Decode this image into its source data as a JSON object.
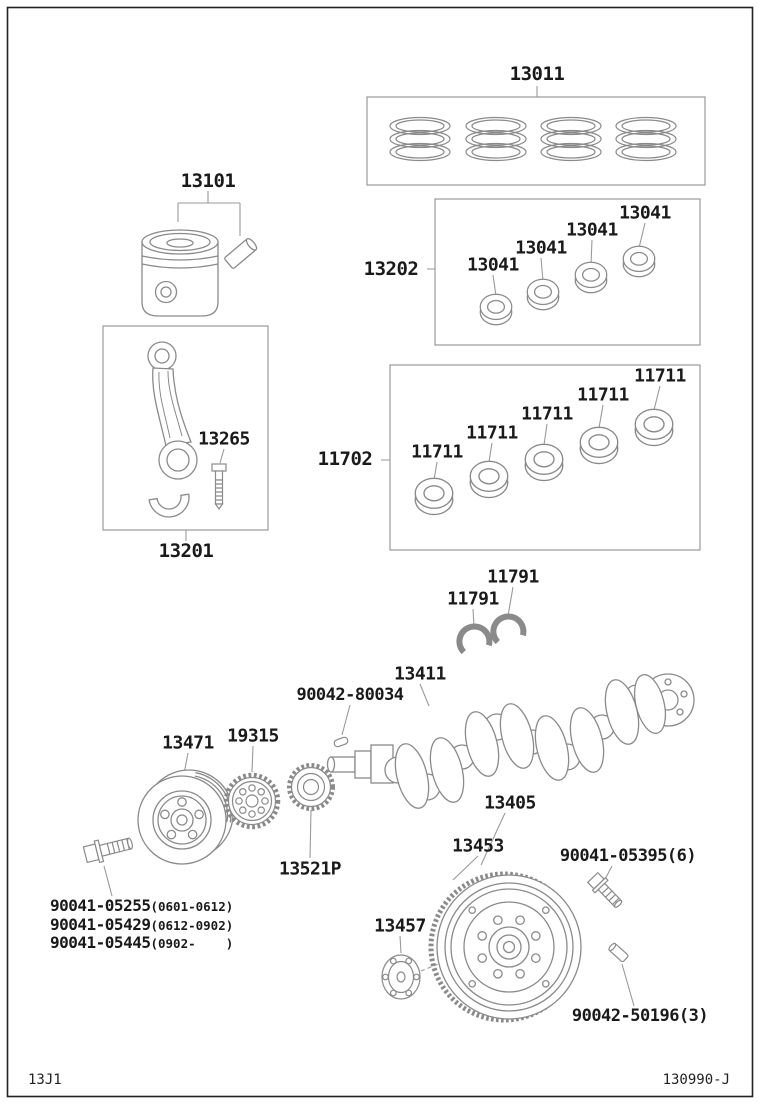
{
  "doc": {
    "footer_left": "13J1",
    "footer_right": "130990-J"
  },
  "parts": {
    "piston_ring_set": {
      "number": "13011"
    },
    "connrod_bearing_set": {
      "number": "13202"
    },
    "connrod_bearings": [
      "13041",
      "13041",
      "13041",
      "13041"
    ],
    "piston": {
      "number": "13101"
    },
    "connrod_bolt": {
      "number": "13265"
    },
    "connecting_rod": {
      "number": "13201"
    },
    "crank_bearing_set": {
      "number": "11702"
    },
    "crank_bearings": [
      "11711",
      "11711",
      "11711",
      "11711",
      "11711"
    ],
    "thrust_washers": [
      "11791",
      "11791"
    ],
    "crankshaft": {
      "number": "13411"
    },
    "crankshaft_key": {
      "number": "90042-80034"
    },
    "crankshaft_pulley": {
      "number": "13471"
    },
    "crank_sprocket": {
      "number": "19315"
    },
    "timing_gear": {
      "number": "13521P"
    },
    "flywheel": {
      "number": "13405"
    },
    "ring_gear": {
      "number": "13453"
    },
    "flywheel_spacer": {
      "number": "13457"
    },
    "flywheel_bolt": {
      "number": "90041-05395(6)"
    },
    "straight_pin": {
      "number": "90042-50196(3)"
    },
    "pulley_bolts": [
      {
        "number": "90041-05255",
        "range": "(0601-0612)"
      },
      {
        "number": "90041-05429",
        "range": "(0612-0902)"
      },
      {
        "number": "90041-05445",
        "range": "(0902-    )"
      }
    ]
  },
  "colors": {
    "part_line": "#8a8a8a",
    "label_text": "#1a1a1a",
    "leader_line": "#9a9a9a"
  }
}
